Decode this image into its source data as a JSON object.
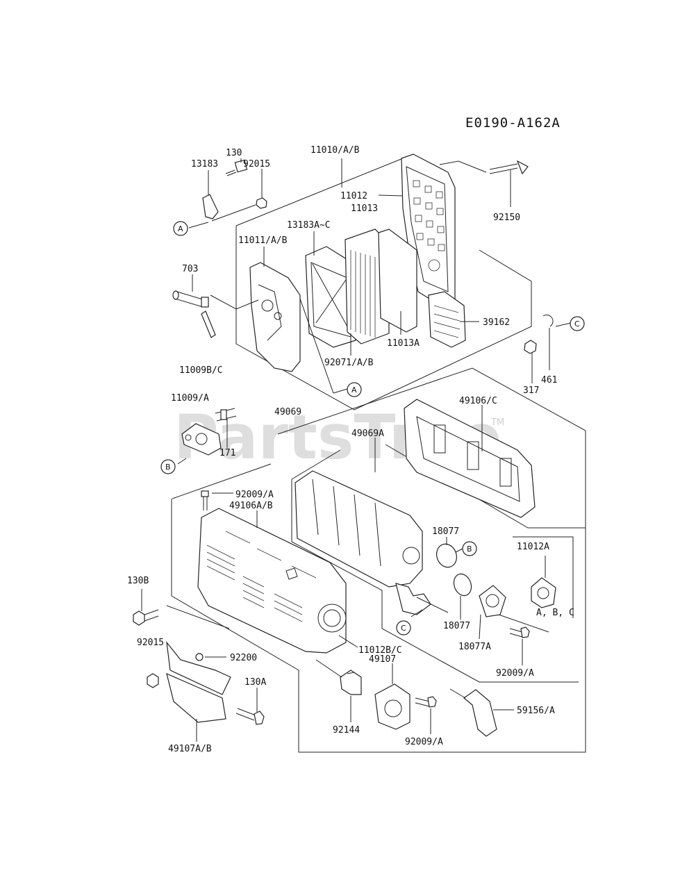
{
  "diagram_code": "E0190-A162A",
  "watermark": {
    "text": "PartsTree",
    "trademark": "TM"
  },
  "ref_markers": [
    {
      "id": "a1",
      "letter": "A"
    },
    {
      "id": "a2",
      "letter": "A"
    },
    {
      "id": "b1",
      "letter": "B"
    },
    {
      "id": "b2",
      "letter": "B"
    },
    {
      "id": "c1",
      "letter": "C"
    },
    {
      "id": "c2",
      "letter": "C"
    }
  ],
  "part_labels": [
    "130",
    "13183",
    "92015",
    "11010/A/B",
    "11012",
    "11013",
    "92150",
    "13183A~C",
    "11011/A/B",
    "703",
    "39162",
    "11013A",
    "92071/A/B",
    "11009B/C",
    "317",
    "461",
    "11009/A",
    "49069",
    "49106/C",
    "171",
    "49069A",
    "92009/A",
    "49106A/B",
    "18077",
    "11012A",
    "130B",
    "18077",
    "A, B, C",
    "18077A",
    "92015",
    "11012B/C",
    "49107",
    "92200",
    "92009/A",
    "130A",
    "92144",
    "92009/A",
    "59156/A",
    "49107A/B"
  ]
}
